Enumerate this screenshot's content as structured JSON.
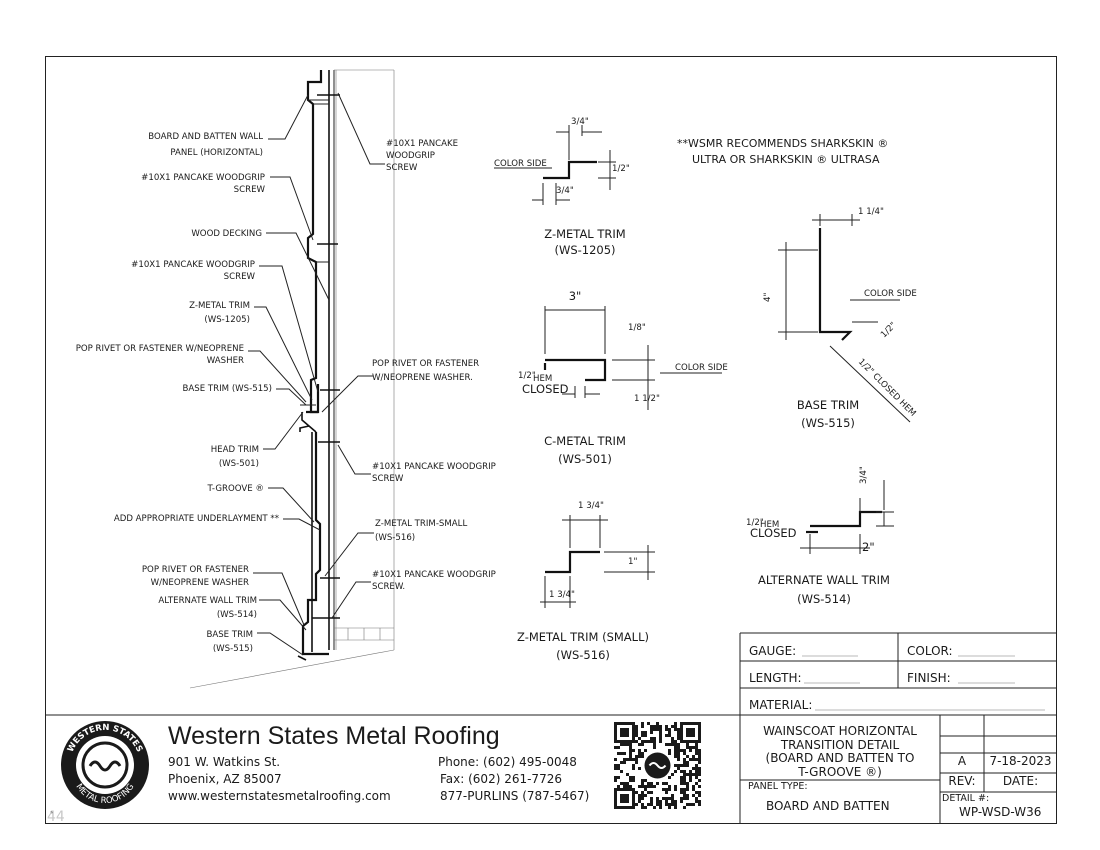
{
  "callouts_left": [
    "BOARD AND BATTEN  WALL",
    "PANEL (HORIZONTAL)",
    "#10X1 PANCAKE WOODGRIP",
    "SCREW",
    "WOOD DECKING",
    "#10X1 PANCAKE WOODGRIP",
    "SCREW",
    "Z-METAL TRIM",
    "(WS-1205)",
    "POP RIVET OR FASTENER W/NEOPRENE",
    "WASHER",
    "BASE TRIM (WS-515)",
    "HEAD TRIM",
    "(WS-501)",
    "T-GROOVE ®",
    "ADD APPROPRIATE UNDERLAYMENT **",
    "POP RIVET OR FASTENER",
    "W/NEOPRENE WASHER",
    "ALTERNATE WALL TRIM",
    "(WS-514)",
    "BASE TRIM",
    "(WS-515)"
  ],
  "callouts_right": [
    "#10X1 PANCAKE",
    "WOODGRIP",
    "SCREW",
    "POP RIVET OR FASTENER",
    "W/NEOPRENE WASHER.",
    "#10X1 PANCAKE WOODGRIP",
    "SCREW",
    "Z-METAL TRIM-SMALL",
    "(WS-516)",
    "#10X1 PANCAKE WOODGRIP",
    "SCREW."
  ],
  "note": [
    "**WSMR RECOMMENDS SHARKSKIN ®",
    "ULTRA OR SHARKSKIN ® ULTRASA"
  ],
  "details": {
    "z_metal": {
      "title": "Z-METAL TRIM",
      "code": "(WS-1205)",
      "color_side": "COLOR SIDE",
      "dim_top": "3/4\"",
      "dim_right": "1/2\"",
      "dim_bottom": "3/4\""
    },
    "c_metal": {
      "title": "C-METAL TRIM",
      "code": "(WS-501)",
      "width": "3\"",
      "color_side": "COLOR SIDE",
      "hem_half": "1/2\"",
      "hem_word": "HEM",
      "closed": "CLOSED",
      "dim_top": "1/8\"",
      "dim_side": "1 1/2\""
    },
    "z_small": {
      "title": "Z-METAL TRIM (SMALL)",
      "code": "(WS-516)",
      "dim_top": "1 3/4\"",
      "dim_bottom": "1 3/4\"",
      "dim_side": "1\""
    },
    "base_trim": {
      "title": "BASE TRIM",
      "code": "(WS-515)",
      "dim_top": "1 1/4\"",
      "dim_height": "4\"",
      "color_side": "COLOR SIDE",
      "dim_small": "1/2\"",
      "closed_hem": "1/2\" CLOSED HEM"
    },
    "alt_wall": {
      "title": "ALTERNATE WALL TRIM",
      "code": "(WS-514)",
      "hem_half": "1/2\"",
      "hem_word": "HEM",
      "closed": "CLOSED",
      "width": "2\"",
      "dim_top": "3/4\""
    }
  },
  "title_block": {
    "gauge_label": "GAUGE:",
    "color_label": "COLOR:",
    "length_label": "LENGTH:",
    "finish_label": "FINISH:",
    "material_label": "MATERIAL:",
    "title_lines": [
      "WAINSCOAT HORIZONTAL",
      "TRANSITION DETAIL",
      "(BOARD AND BATTEN TO",
      "T-GROOVE ®)"
    ],
    "panel_type_label": "PANEL TYPE:",
    "panel_type": "BOARD AND BATTEN",
    "rev": "A",
    "date": "7-18-2023",
    "rev_label": "REV:",
    "date_label": "DATE:",
    "detail_label": "DETAIL #:",
    "detail": "WP-WSD-W36"
  },
  "company": {
    "name": "Western States Metal Roofing",
    "street": "901 W. Watkins St.",
    "city": "Phoenix, AZ 85007",
    "website": "www.westernstatesmetalroofing.com",
    "phone": "Phone: (602) 495-0048",
    "fax": "Fax: (602) 261-7726",
    "tollfree": "877-PURLINS (787-5467)",
    "logo_text_top": "WESTERN STATES",
    "logo_text_bottom": "METAL ROOFING"
  },
  "page_number": "44"
}
